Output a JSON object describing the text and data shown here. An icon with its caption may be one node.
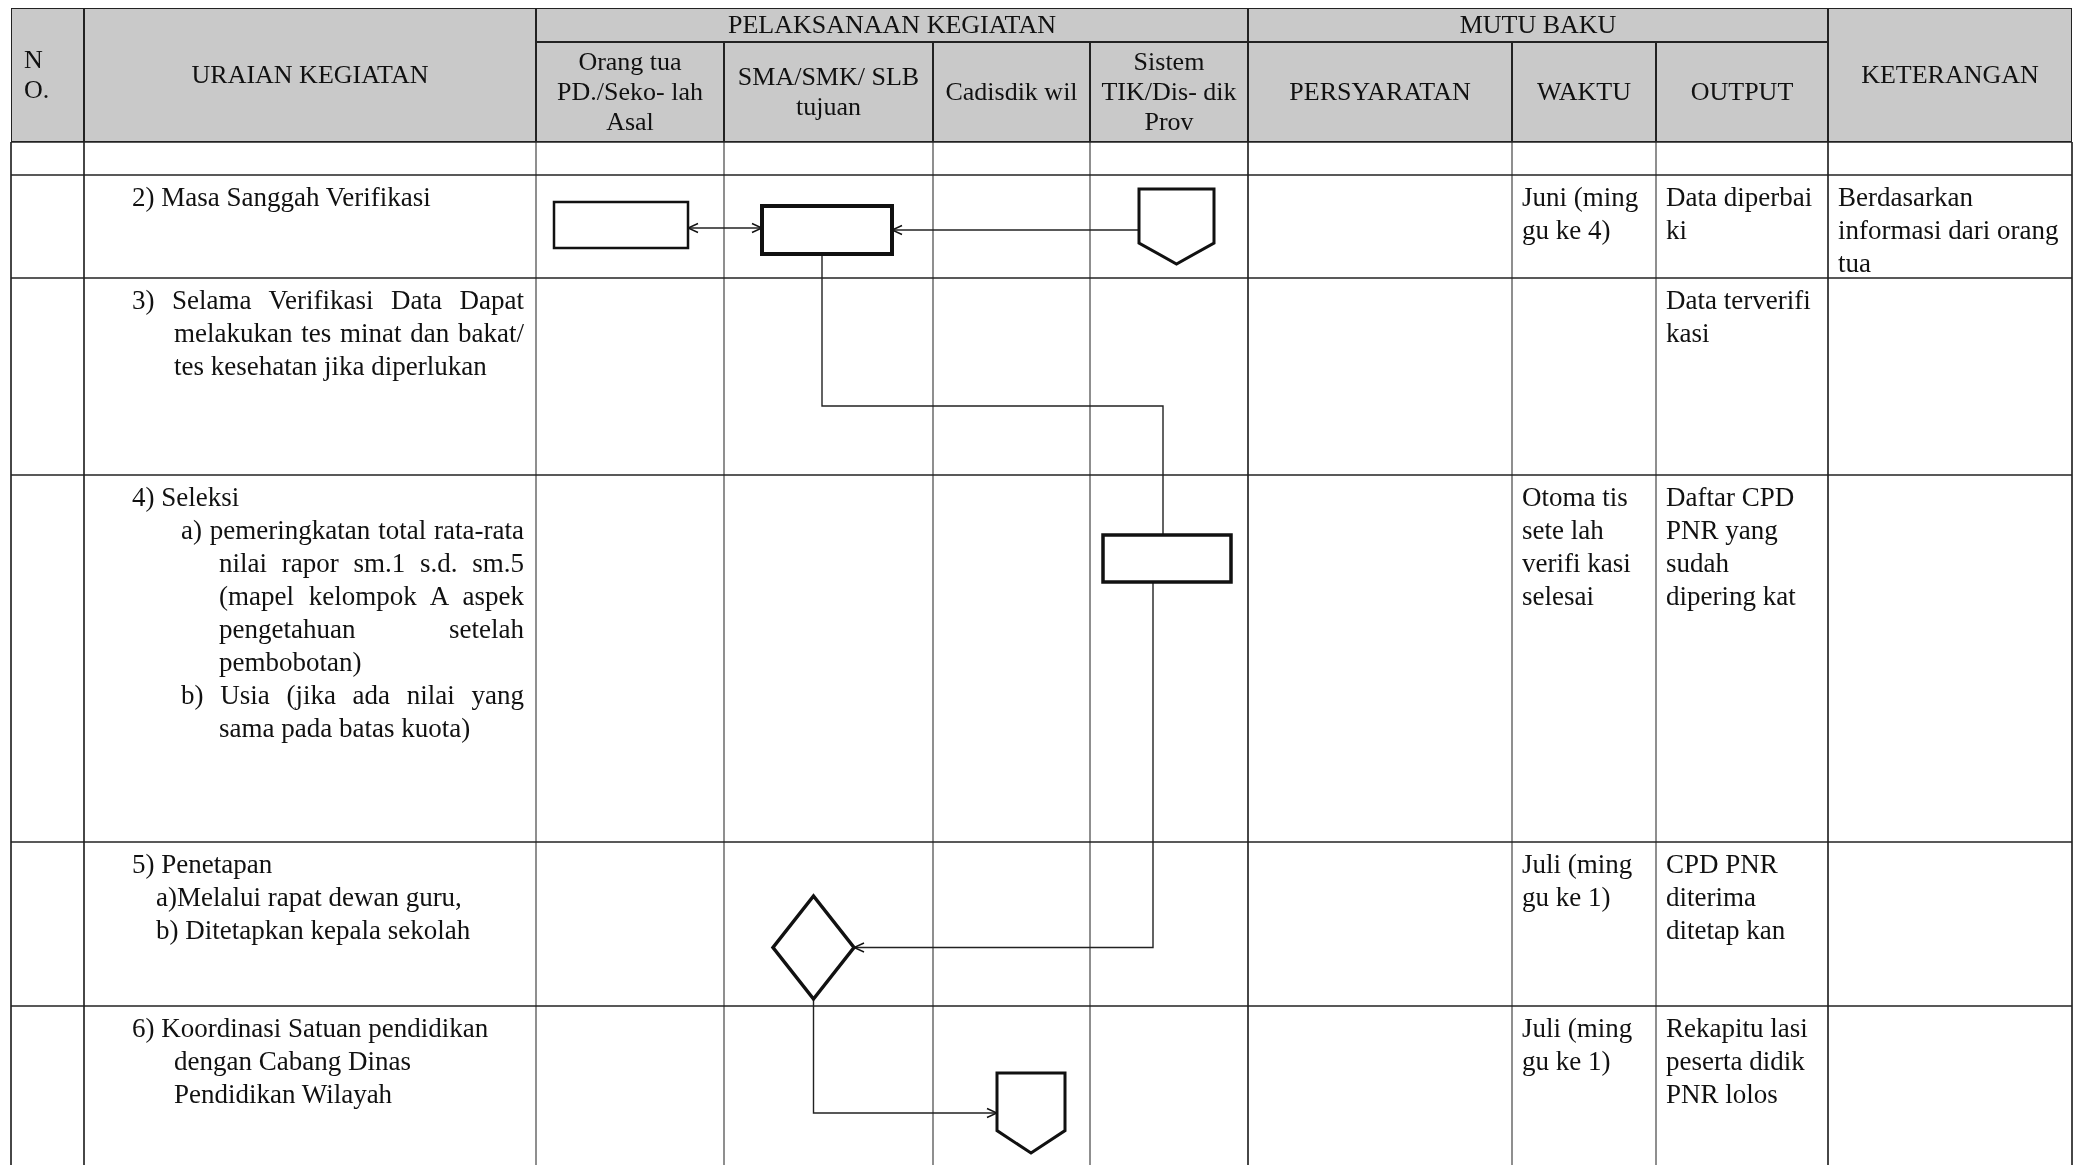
{
  "diagram": {
    "nodes": [
      {
        "text": [],
        "shape": "box"
      },
      {
        "text": [],
        "shape": "box"
      },
      {
        "text": [],
        "shape": "pentagon"
      },
      {
        "text": [],
        "shape": "box"
      },
      {
        "text": [],
        "shape": "diamond"
      },
      {
        "text": [],
        "shape": "pentagon"
      }
    ],
    "edges": [
      {
        "from": 0,
        "to": 1,
        "arrow": "both"
      },
      {
        "from": 2,
        "to": 1,
        "arrow": "to"
      },
      {
        "from": 1,
        "to": 3,
        "arrow": "none"
      },
      {
        "from": 3,
        "to": 4,
        "arrow": "to"
      },
      {
        "from": 4,
        "to": 5,
        "arrow": "to"
      }
    ],
    "labels": [
      "N O.",
      "URAIAN KEGIATAN",
      "PELAKSANAAN KEGIATAN",
      "MUTU BAKU",
      "KETERANGAN",
      "Orang tua PD./Seko- lah Asal",
      "SMA/SMK/ SLB tujuan",
      "Cadisdik wil",
      "Sistem TIK/Dis- dik Prov",
      "PERSYARATAN",
      "WAKTU",
      "OUTPUT",
      "2) Masa Sanggah Verifikasi",
      "Juni (ming gu ke 4)",
      "Data diperbai ki",
      "Berdasarkan informasi dari orang tua",
      "3) Selama Verifikasi Data Dapat melakukan tes minat dan bakat/ tes kesehatan jika diperlukan",
      "Data terverifi kasi",
      "4) Seleksi",
      "a) pemeringkatan total rata-rata nilai rapor sm.1 s.d. sm.5 (mapel kelompok A aspek pengetahuan setelah pembobotan)",
      "b) Usia (jika ada nilai yang sama pada batas kuota)",
      "Otoma tis sete lah verifi kasi selesai",
      "Daftar CPD PNR yang sudah dipering kat",
      "5) Penetapan",
      "a)Melalui rapat dewan guru,",
      "b) Ditetapkan kepala sekolah",
      "Juli (ming gu ke 1)",
      "CPD PNR diterima ditetap kan",
      "6) Koordinasi Satuan pendidikan dengan Cabang Dinas Pendidikan Wilayah",
      "Juli (ming gu ke 1)",
      "Rekapitu lasi peserta didik PNR lolos"
    ]
  }
}
